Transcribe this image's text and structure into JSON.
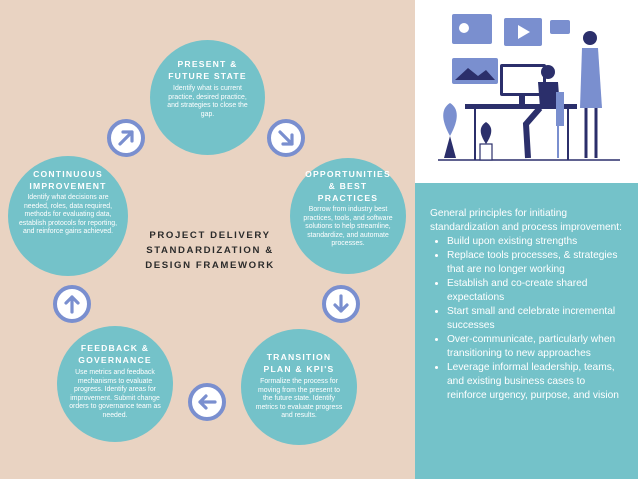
{
  "title": "PROJECT DELIVERY STANDARDIZATION & DESIGN FRAMEWORK",
  "stages": [
    {
      "title": "PRESENT & FUTURE STATE",
      "desc": "Identify what is current practice, desired practice, and strategies to close the gap."
    },
    {
      "title": "OPPORTUNITIES & BEST PRACTICES",
      "desc": "Borrow from industry best practices, tools, and software solutions to help streamline, standardize, and automate processes."
    },
    {
      "title": "TRANSITION PLAN & KPI'S",
      "desc": "Formalize the process for moving from the present to the future state. Identify metrics to evaluate progress and results."
    },
    {
      "title": "FEEDBACK & GOVERNANCE",
      "desc": "Use metrics and feedback mechanisms to evaluate progress. Identify areas for improvement. Submit change orders to governance team as needed."
    },
    {
      "title": "CONTINUOUS IMPROVEMENT",
      "desc": "Identify what decisions are needed, roles, data required, methods for evaluating data, establish protocols for reporting, and reinforce gains achieved."
    }
  ],
  "principles": {
    "intro": "General principles for initiating standardization and process improvement:",
    "items": [
      "Build upon existing strengths",
      "Replace tools processes, & strategies that are no longer working",
      "Establish and co-create shared expectations",
      "Start small and celebrate incremental successes",
      "Over-communicate, particularly when transitioning to new approaches",
      "Leverage informal leadership, teams, and existing business cases to reinforce urgency, purpose, and vision"
    ]
  },
  "colors": {
    "background": "#e9d3c2",
    "circle": "#74c2c9",
    "arrow": "#7a8fcf",
    "panel": "#74c2c9"
  }
}
